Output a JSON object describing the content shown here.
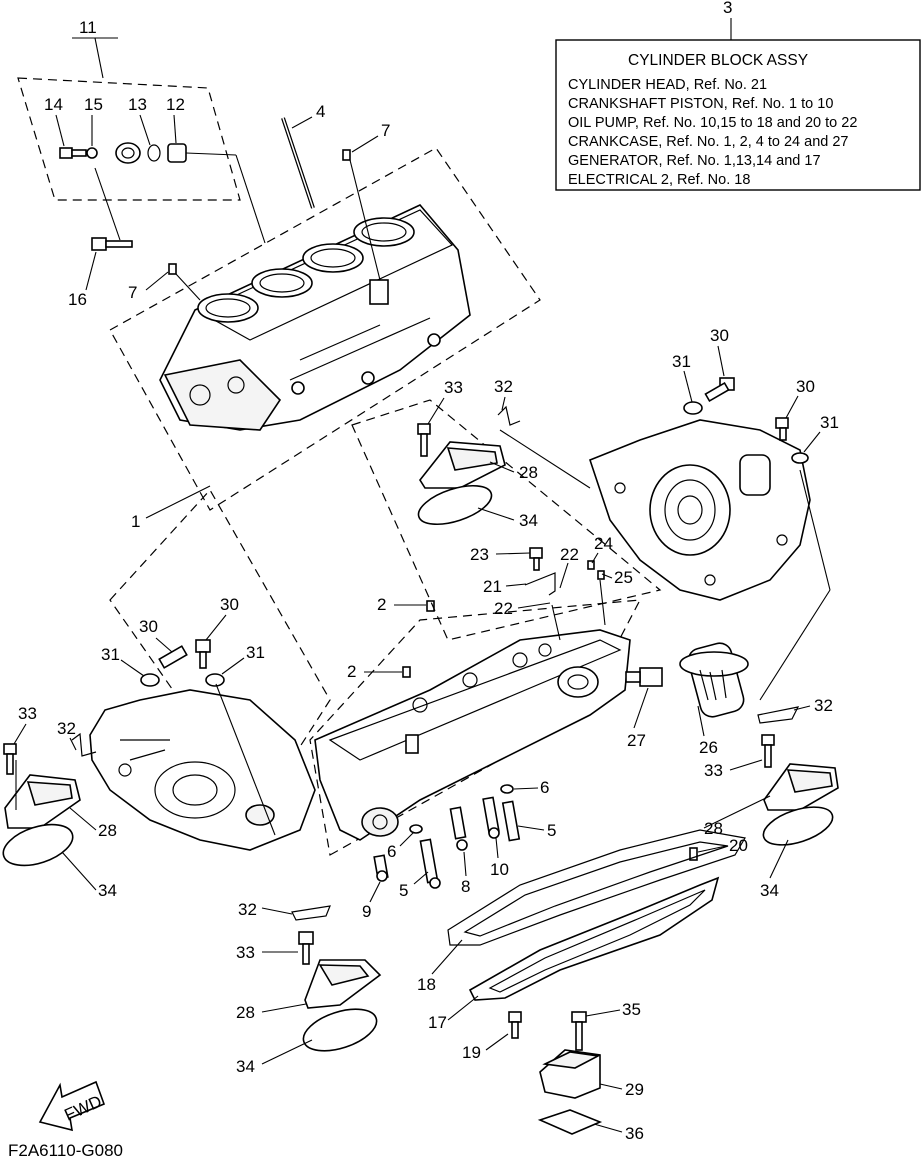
{
  "assy_box": {
    "ref": "3",
    "title": "CYLINDER BLOCK ASSY",
    "lines": [
      "CYLINDER HEAD,  Ref. No. 21",
      "CRANKSHAFT PISTON, Ref. No. 1 to 10",
      "OIL PUMP, Ref. No. 10,15 to 18 and 20 to 22",
      "CRANKCASE,  Ref. No. 1, 2, 4 to 24 and 27",
      "GENERATOR, Ref. No. 1,13,14 and 17",
      "ELECTRICAL 2, Ref. No. 18"
    ]
  },
  "callouts": [
    "11",
    "14",
    "15",
    "13",
    "12",
    "4",
    "7",
    "16",
    "7",
    "1",
    "33",
    "32",
    "28",
    "34",
    "30",
    "31",
    "30",
    "31",
    "23",
    "22",
    "24",
    "21",
    "25",
    "22",
    "2",
    "2",
    "30",
    "30",
    "31",
    "31",
    "33",
    "32",
    "28",
    "34",
    "6",
    "6",
    "5",
    "5",
    "8",
    "9",
    "10",
    "27",
    "26",
    "32",
    "33",
    "28",
    "20",
    "34",
    "18",
    "17",
    "32",
    "33",
    "28",
    "34",
    "19",
    "35",
    "29",
    "36"
  ],
  "fwd_label": "FWD",
  "figure_code": "F2A6110-G080"
}
